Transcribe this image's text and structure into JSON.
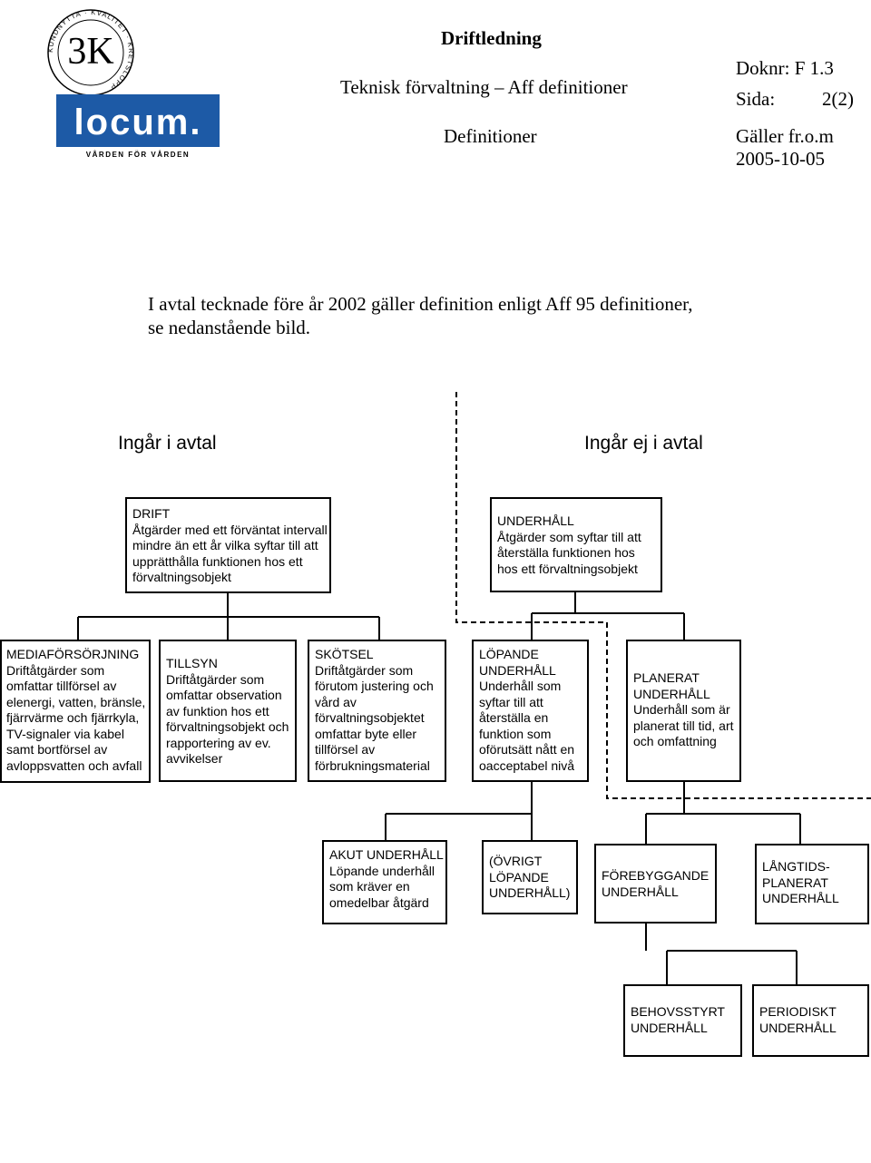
{
  "header": {
    "title": "Driftledning",
    "subtitle": "Teknisk förvaltning – Aff definitioner",
    "doctype": "Definitioner",
    "doknr": "Doknr: F 1.3",
    "sida_label": "Sida:",
    "sida_value": "2(2)",
    "galler": "Gäller fr.o.m",
    "date": "2005-10-05"
  },
  "logo": {
    "badge_text": "3K",
    "ring_text": "KUNDNYTTA · KVALITET · KRETSLOPP",
    "brand": "locum.",
    "tagline": "VÅRDEN FÖR VÅRDEN",
    "brand_color": "#1d5aa6"
  },
  "intro": {
    "line1": "I avtal tecknade före år 2002 gäller definition enligt Aff 95 definitioner,",
    "line2": "se nedanstående bild."
  },
  "diagram": {
    "label_in": "Ingår i avtal",
    "label_out": "Ingår ej i avtal",
    "drift": [
      "DRIFT",
      "Åtgärder med ett förväntat intervall",
      "mindre än ett år vilka syftar till att",
      "upprätthålla funktionen hos ett",
      "förvaltningsobjekt"
    ],
    "underhall": [
      "UNDERHÅLL",
      "Åtgärder som syftar till att",
      "återställa funktionen hos",
      "hos ett förvaltningsobjekt"
    ],
    "media": [
      "MEDIAFÖRSÖRJNING",
      "Driftåtgärder som",
      "omfattar tillförsel av",
      "elenergi, vatten, bränsle,",
      "fjärrvärme och fjärrkyla,",
      "TV-signaler via kabel",
      "samt bortförsel av",
      "avloppsvatten och avfall"
    ],
    "tillsyn": [
      "TILLSYN",
      "Driftåtgärder som",
      "omfattar observation",
      "av funktion hos ett",
      "förvaltningsobjekt och",
      "rapportering av ev.",
      "avvikelser"
    ],
    "skotsel": [
      "SKÖTSEL",
      "Driftåtgärder som",
      "förutom justering och",
      "vård av",
      "förvaltningsobjektet",
      "omfattar byte eller",
      "tillförsel av",
      "förbrukningsmaterial"
    ],
    "lopande": [
      "LÖPANDE",
      "UNDERHÅLL",
      "Underhåll som",
      "syftar till att",
      "återställa en",
      "funktion som",
      "oförutsätt nått en",
      "oacceptabel nivå"
    ],
    "planerat": [
      "PLANERAT",
      "UNDERHÅLL",
      "Underhåll som är",
      "planerat till tid, art",
      "och omfattning"
    ],
    "akut": [
      "AKUT UNDERHÅLL",
      "Löpande underhåll",
      "som kräver en",
      "omedelbar åtgärd"
    ],
    "ovrigt": [
      "(ÖVRIGT",
      "LÖPANDE",
      "UNDERHÅLL)"
    ],
    "forebyggande": [
      "FÖREBYGGANDE",
      "UNDERHÅLL"
    ],
    "langtids": [
      "LÅNGTIDS-",
      "PLANERAT",
      "UNDERHÅLL"
    ],
    "behovsstyrt": [
      "BEHOVSSTYRT",
      "UNDERHÅLL"
    ],
    "periodiskt": [
      "PERIODISKT",
      "UNDERHÅLL"
    ]
  }
}
